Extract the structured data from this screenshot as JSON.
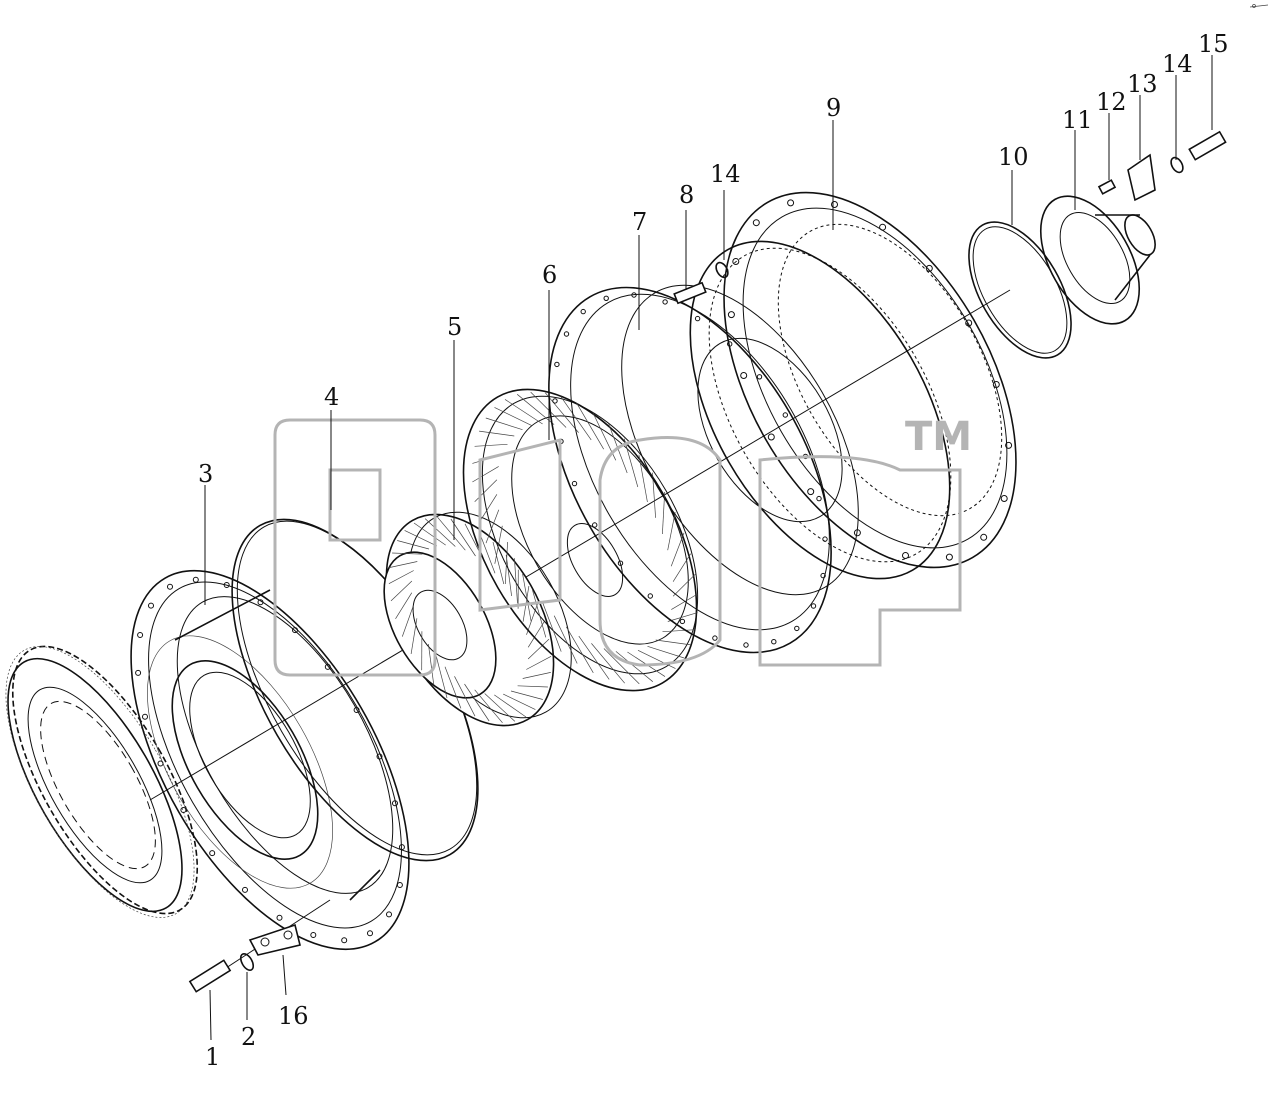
{
  "watermark": {
    "mark": "TM",
    "color": "#b4b4b4"
  },
  "callouts": [
    {
      "id": "1",
      "label": "1"
    },
    {
      "id": "2",
      "label": "2"
    },
    {
      "id": "3",
      "label": "3"
    },
    {
      "id": "4",
      "label": "4"
    },
    {
      "id": "5",
      "label": "5"
    },
    {
      "id": "6",
      "label": "6"
    },
    {
      "id": "7",
      "label": "7"
    },
    {
      "id": "8",
      "label": "8"
    },
    {
      "id": "14a",
      "label": "14"
    },
    {
      "id": "9",
      "label": "9"
    },
    {
      "id": "10",
      "label": "10"
    },
    {
      "id": "11",
      "label": "11"
    },
    {
      "id": "12",
      "label": "12"
    },
    {
      "id": "13",
      "label": "13"
    },
    {
      "id": "14b",
      "label": "14"
    },
    {
      "id": "15",
      "label": "15"
    },
    {
      "id": "16",
      "label": "16"
    }
  ]
}
